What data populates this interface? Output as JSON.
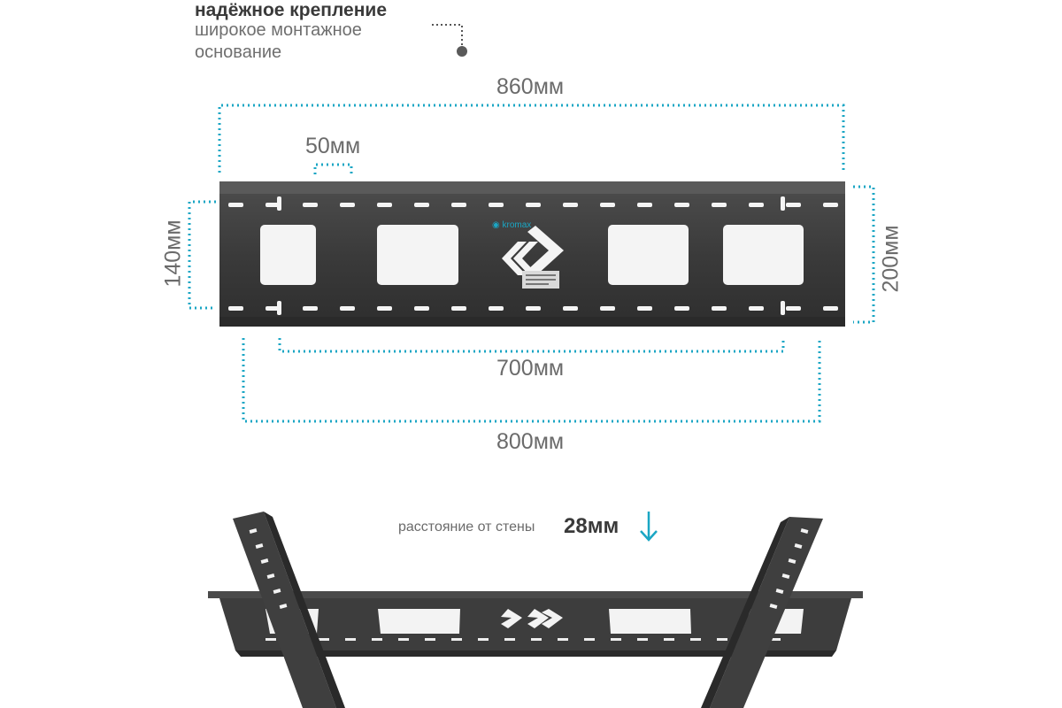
{
  "header": {
    "title": "надёжное крепление",
    "subtitle_line1": "широкое монтажное",
    "subtitle_line2": "основание"
  },
  "dimensions": {
    "overall_width": "860мм",
    "slot_pitch": "50мм",
    "hole_height": "140мм",
    "plate_height": "200мм",
    "hole_spacing_inner": "700мм",
    "hole_spacing_outer": "800мм"
  },
  "brand": {
    "logo_text": "kromax"
  },
  "wall_distance": {
    "label": "расстояние от стены",
    "value": "28мм"
  },
  "colors": {
    "accent": "#1aa6c4",
    "plate": "#3b3b3b",
    "plate_edge": "#2a2a2a",
    "text_dark": "#3a3a3a",
    "text_light": "#6b6b6b"
  }
}
